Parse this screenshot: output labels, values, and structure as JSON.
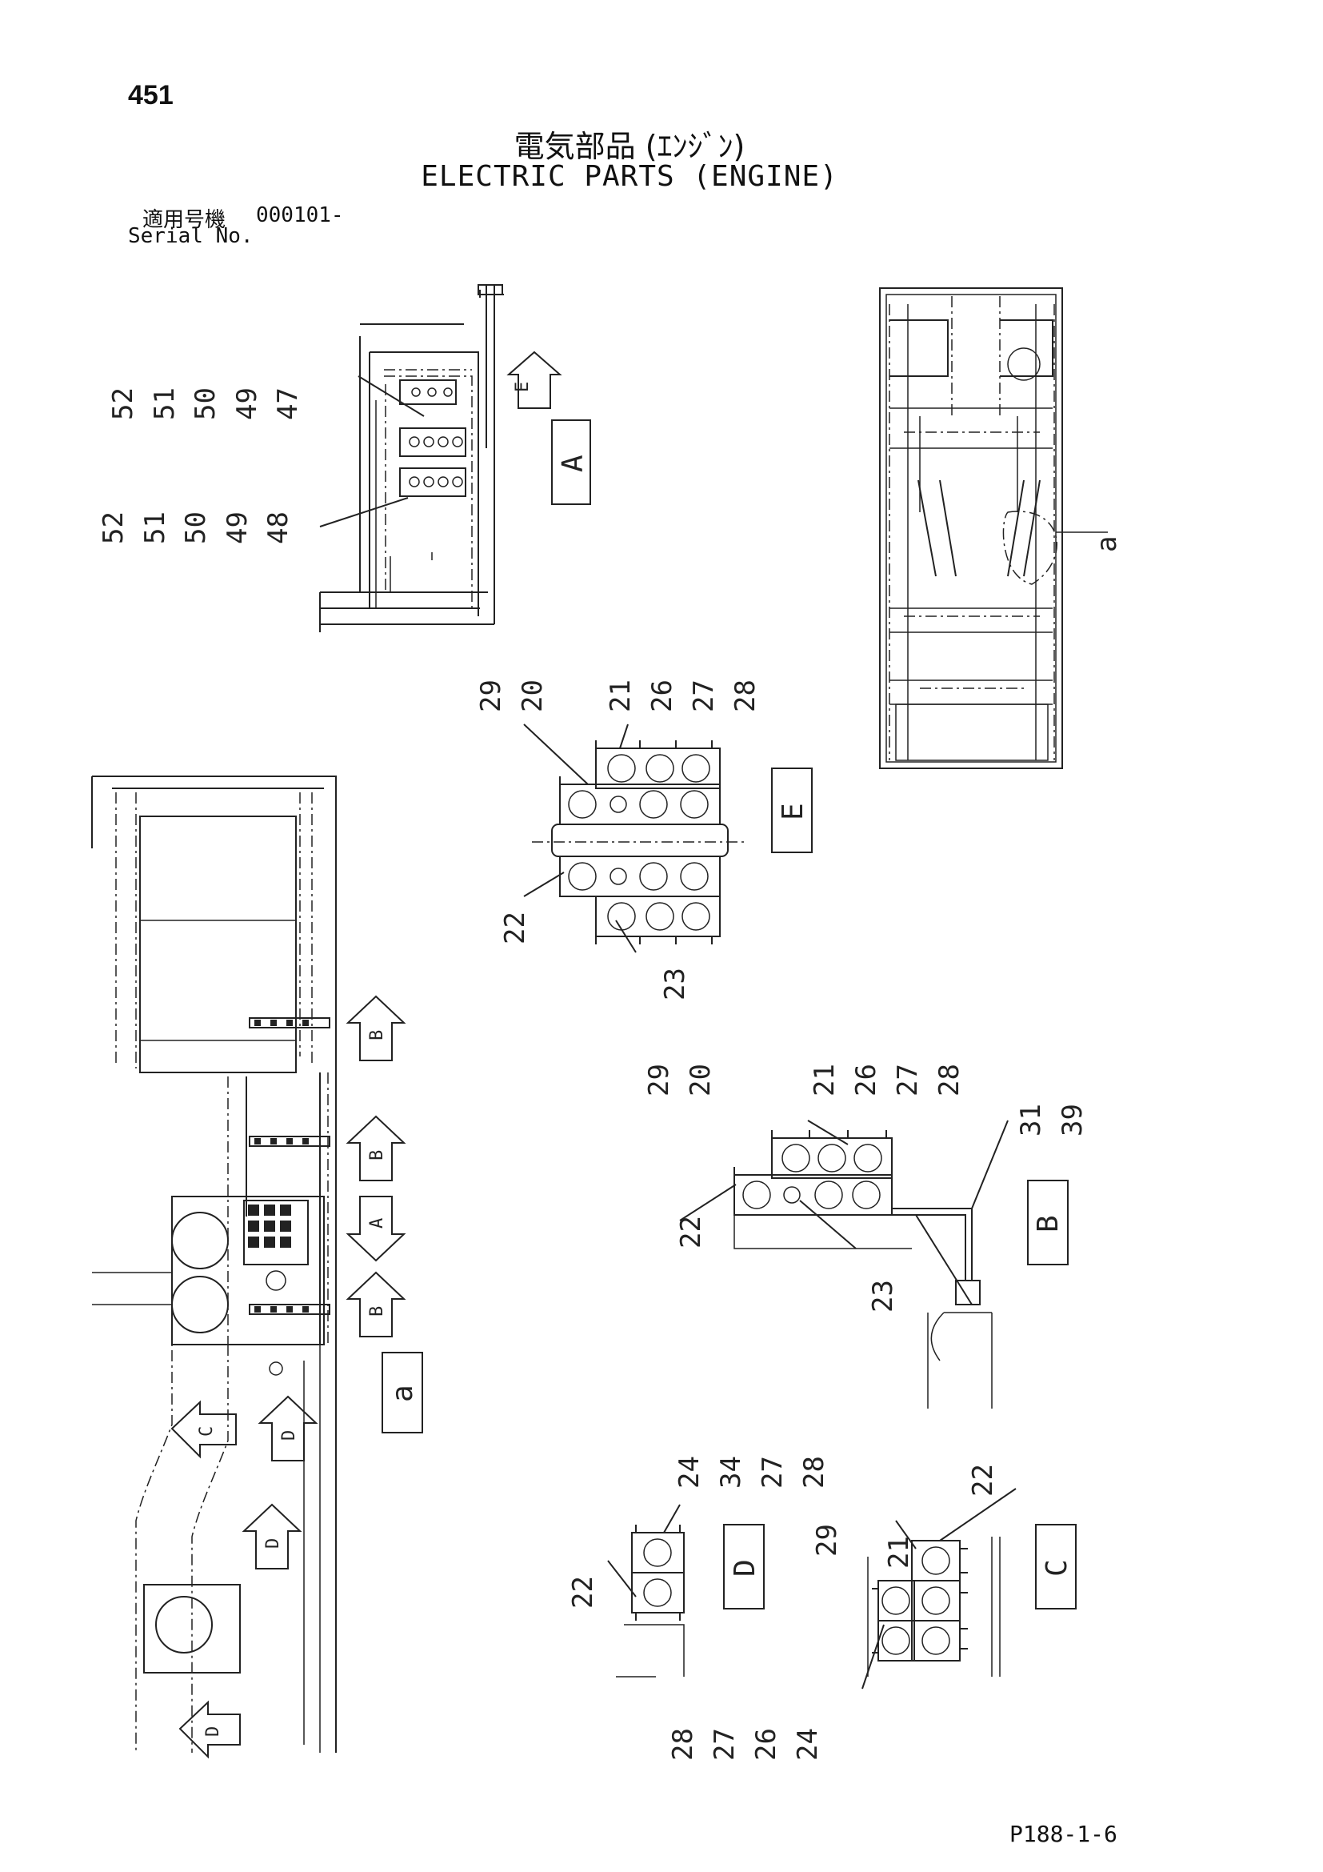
{
  "header": {
    "page_number": "451",
    "title_jp": "電気部品 (ｴﾝｼﾞﾝ)",
    "title_en": "ELECTRIC PARTS (ENGINE)",
    "serial_label_jp": "適用号機",
    "serial_number": "000101-",
    "serial_label_en": "Serial No."
  },
  "footer": {
    "page_ref": "P188-1-6"
  },
  "views": {
    "A": {
      "box_label": "A",
      "arrow_label": "E",
      "callouts_upper": [
        "52",
        "51",
        "50",
        "49",
        "47"
      ],
      "callouts_lower": [
        "52",
        "51",
        "50",
        "49",
        "48"
      ]
    },
    "E": {
      "box_label": "E",
      "callouts_top": [
        "29",
        "20",
        "21",
        "26",
        "27",
        "28"
      ],
      "callouts_side": [
        "22",
        "23"
      ]
    },
    "B": {
      "box_label": "B",
      "callouts_top": [
        "29",
        "20",
        "21",
        "26",
        "27",
        "28",
        "31",
        "39"
      ],
      "callouts_side": [
        "22",
        "23"
      ]
    },
    "D": {
      "box_label": "D",
      "callouts_top": [
        "24",
        "34",
        "27",
        "28"
      ],
      "callouts_side": [
        "22"
      ],
      "callouts_bottom": [
        "28",
        "27",
        "26",
        "24"
      ]
    },
    "C": {
      "box_label": "C",
      "callouts": [
        "29",
        "21",
        "22"
      ]
    },
    "a": {
      "box_label": "a",
      "arrow_labels": [
        "B",
        "B",
        "A",
        "B",
        "C",
        "D",
        "D",
        "D"
      ]
    },
    "overview": {
      "detail_label": "a"
    }
  }
}
